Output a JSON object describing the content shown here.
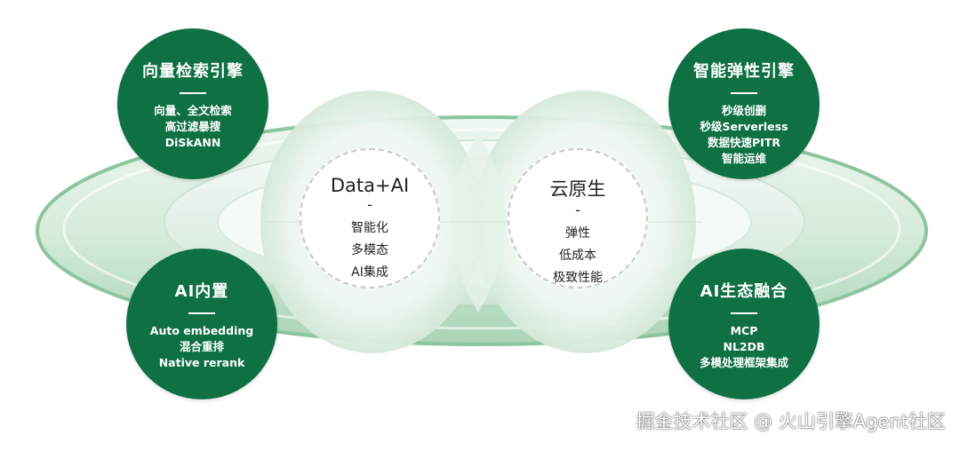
{
  "nodes": {
    "top_left": {
      "title": "向量检索引擎",
      "lines": [
        "向量、全文检索",
        "高过滤暴搜",
        "DiSkANN"
      ]
    },
    "top_right": {
      "title": "智能弹性引擎",
      "lines": [
        "秒级创删",
        "秒级Serverless",
        "数据快速PITR",
        "智能运维"
      ]
    },
    "bottom_left": {
      "title": "AI内置",
      "lines": [
        "Auto embedding",
        "混合重排",
        "Native rerank"
      ]
    },
    "bottom_right": {
      "title": "AI生态融合",
      "lines": [
        "MCP",
        "NL2DB",
        "多模处理框架集成"
      ]
    }
  },
  "center": {
    "left": {
      "title": "Data+AI",
      "dash": "-",
      "lines": [
        "智能化",
        "多模态",
        "AI集成"
      ]
    },
    "right": {
      "title": "云原生",
      "dash": "-",
      "lines": [
        "弹性",
        "低成本",
        "极致性能"
      ]
    }
  },
  "watermark": "掘金技术社区 @ 火山引擎Agent社区",
  "colors": {
    "node_green": "#0e7043",
    "ring_light": "#dbeee0",
    "ring_mid": "#bfe0c8",
    "ring_dark": "#7fbe94"
  }
}
